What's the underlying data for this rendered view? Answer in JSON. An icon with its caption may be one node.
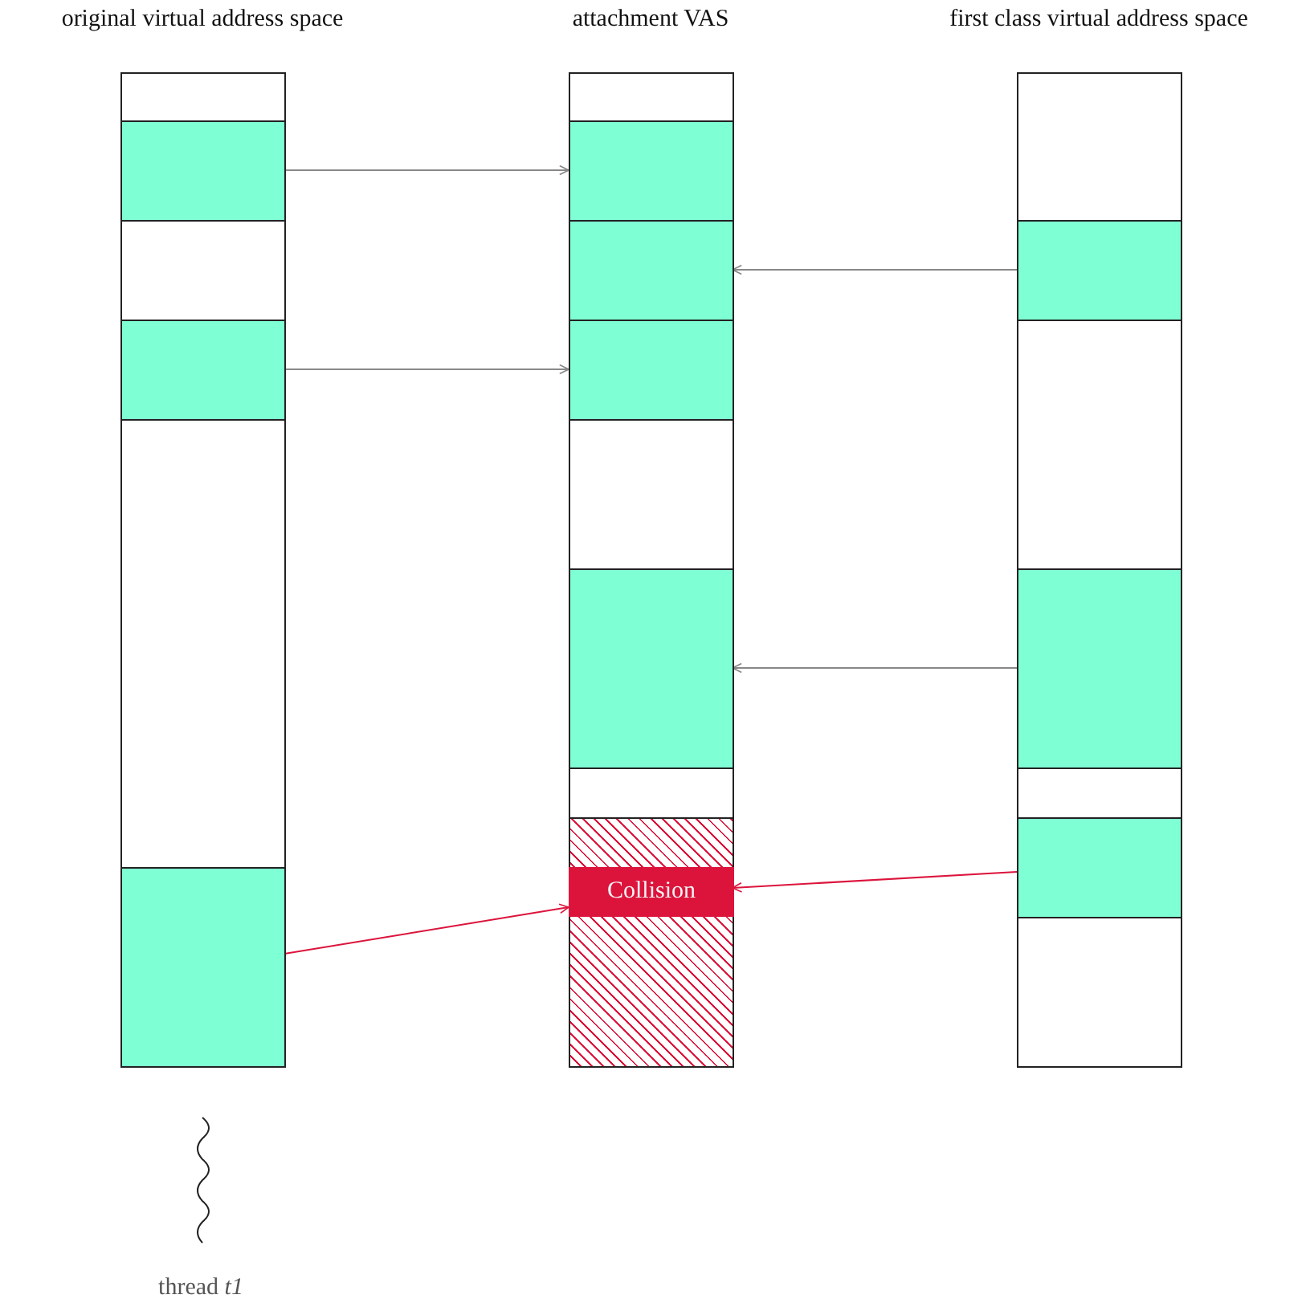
{
  "diagram": {
    "nodes": [
      {
        "text": [
          "original virtual address space"
        ]
      },
      {
        "text": [],
        "shape": "box",
        "in": 0
      },
      {
        "text": [],
        "shape": "box",
        "in": 0
      },
      {
        "text": [],
        "shape": "box",
        "in": 0
      },
      {
        "text": [
          "attachment VAS"
        ]
      },
      {
        "text": [],
        "shape": "box",
        "in": 4
      },
      {
        "text": [],
        "shape": "box",
        "in": 4
      },
      {
        "text": [],
        "shape": "box",
        "in": 4
      },
      {
        "text": [],
        "shape": "box",
        "in": 4
      },
      {
        "text": [],
        "shape": "box",
        "in": 4
      },
      {
        "text": [
          "Collision"
        ],
        "in": 9
      },
      {
        "text": [
          "first class virtual address space"
        ]
      },
      {
        "text": [],
        "shape": "box",
        "in": 11
      },
      {
        "text": [],
        "shape": "box",
        "in": 11
      },
      {
        "text": [],
        "shape": "box",
        "in": 11
      }
    ],
    "edges": [
      {
        "from": 1,
        "to": 5,
        "arrow": "to"
      },
      {
        "from": 2,
        "to": 7,
        "arrow": "to"
      },
      {
        "from": 12,
        "to": 6,
        "arrow": "to"
      },
      {
        "from": 13,
        "to": 8,
        "arrow": "to"
      },
      {
        "from": 3,
        "to": 10,
        "arrow": "to",
        "color": "#dc143c"
      },
      {
        "from": 14,
        "to": 10,
        "arrow": "to",
        "color": "#dc143c"
      }
    ],
    "labels": [
      "thread *t1*"
    ]
  }
}
